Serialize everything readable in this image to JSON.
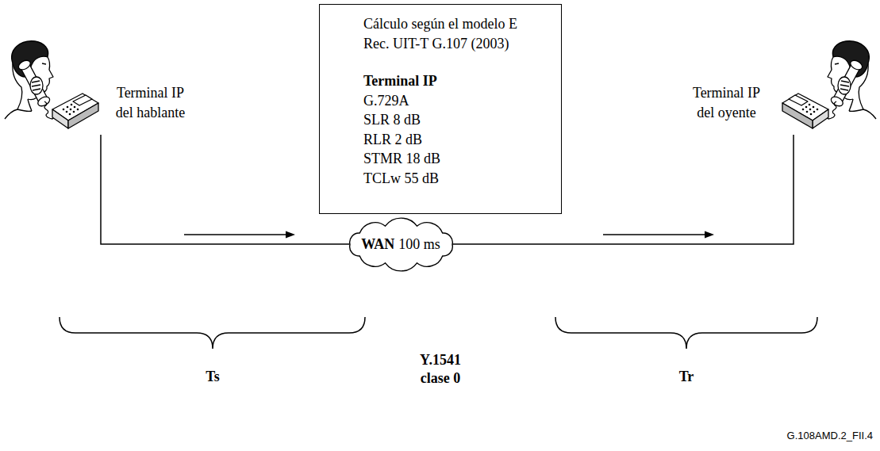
{
  "diagram": {
    "nodes": [
      {
        "text": [
          "Terminal IP del hablante"
        ]
      },
      {
        "text": [
          "Cálculo según el modelo E Rec. UIT-T G.107 (2003)",
          "Terminal IP",
          "G.729A",
          "SLR 8 dB",
          "RLR 2 dB",
          "STMR 18 dB",
          "TCLw 55 dB"
        ]
      },
      {
        "text": [
          "WAN",
          "100 ms"
        ]
      },
      {
        "text": [
          "Terminal IP del oyente"
        ]
      }
    ],
    "edges": [
      {
        "from": 0,
        "to": 2,
        "arrow": "none"
      },
      {
        "from": 2,
        "to": 3,
        "arrow": "none"
      }
    ],
    "labels": [
      "Ts",
      "Y.1541 clase 0",
      "Tr",
      "G.108AMD.2_FII.4"
    ]
  }
}
